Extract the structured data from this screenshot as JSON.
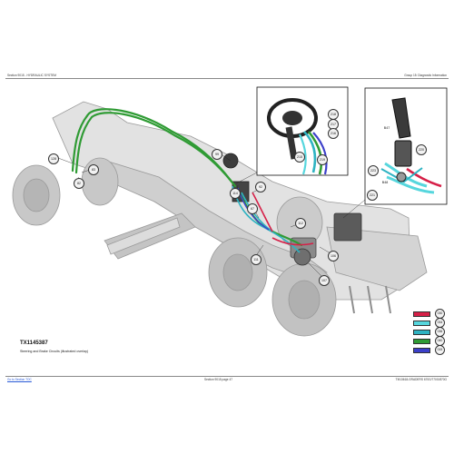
{
  "header": {
    "left_text": "Section 9015 - HYDRAULIC SYSTEM",
    "right_text": "Group 15: Diagnostic Information"
  },
  "footer": {
    "left_link": "Go to Section TOC",
    "center_text": "Section 9015 page 47",
    "right_text": "TM13618-GRADERS 670G/770G/870G"
  },
  "figure": {
    "id": "TX1145387",
    "caption": "Steering and Brake Circuits (illustrated overlay)"
  },
  "callouts": [
    "128",
    "83",
    "82",
    "99",
    "114",
    "92",
    "67",
    "112",
    "106",
    "111",
    "107",
    "218",
    "217",
    "216",
    "215",
    "219",
    "B47",
    "B48",
    "223",
    "221",
    "220"
  ],
  "legend": [
    {
      "code": "030",
      "color": "#d62048"
    },
    {
      "code": "034",
      "color": "#56d6dd"
    },
    {
      "code": "036",
      "color": "#2eb3c2"
    },
    {
      "code": "040",
      "color": "#2f9b34"
    },
    {
      "code": "015",
      "color": "#3b3fc9"
    }
  ]
}
